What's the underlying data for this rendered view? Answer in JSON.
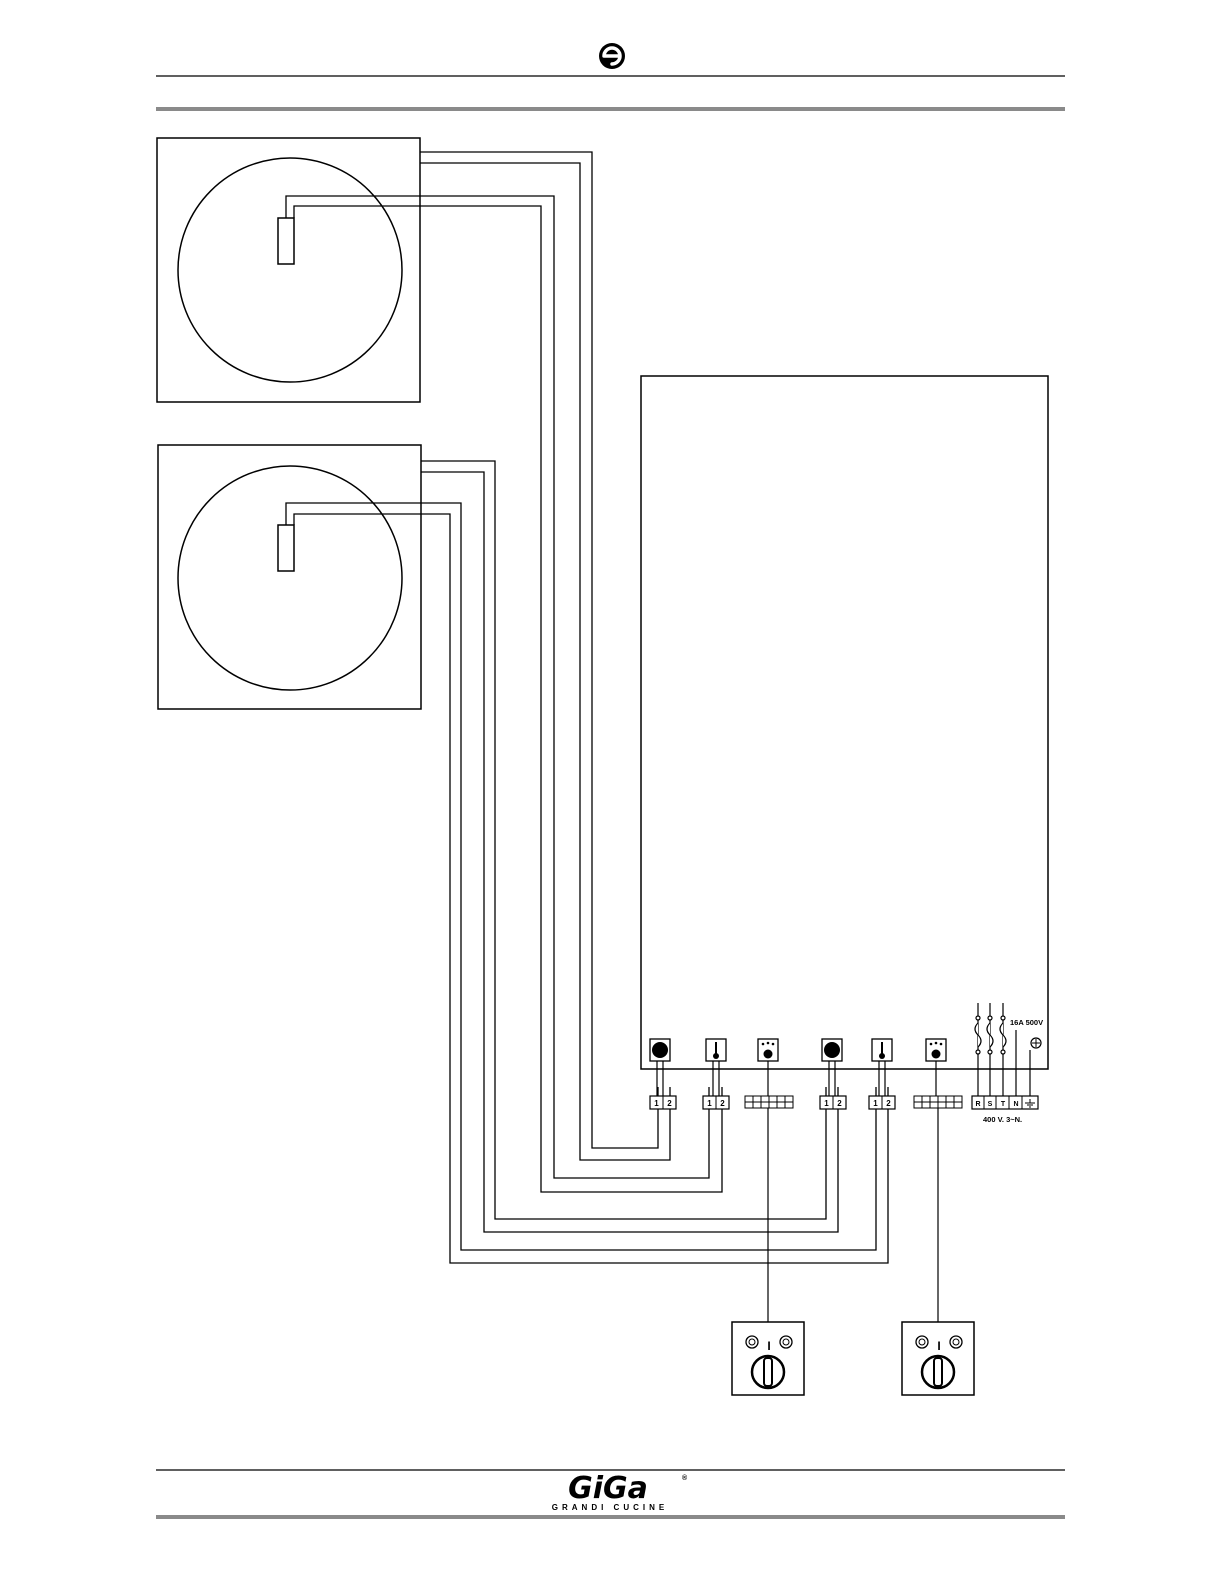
{
  "header": {
    "logo_icon": "brand-mark-icon"
  },
  "diagram": {
    "hotplates": [
      {
        "name": "hotplate-1",
        "sensor": "temperature-probe"
      },
      {
        "name": "hotplate-2",
        "sensor": "temperature-probe"
      }
    ],
    "terminal_blocks": [
      {
        "pins": [
          "1",
          "2"
        ],
        "icon": "heating-element-icon"
      },
      {
        "pins": [
          "1",
          "2"
        ],
        "icon": "thermometer-icon"
      },
      {
        "pins": [],
        "icon": "energy-regulator-icon"
      },
      {
        "pins": [
          "1",
          "2"
        ],
        "icon": "heating-element-icon"
      },
      {
        "pins": [
          "1",
          "2"
        ],
        "icon": "thermometer-icon"
      },
      {
        "pins": [],
        "icon": "energy-regulator-icon"
      }
    ],
    "power_terminals": [
      "R",
      "S",
      "T",
      "N"
    ],
    "earth_icon": "earth-ground-icon",
    "fuse_rating": "16A 500V",
    "supply_rating": "400 V. 3~N.",
    "switches": [
      {
        "position_label": "I"
      },
      {
        "position_label": "I"
      }
    ]
  },
  "footer": {
    "brand": "GiGa",
    "tagline": "GRANDI CUCINE",
    "registered": "®"
  },
  "colors": {
    "line": "#000000",
    "rule_gray": "#8a8a8a"
  }
}
